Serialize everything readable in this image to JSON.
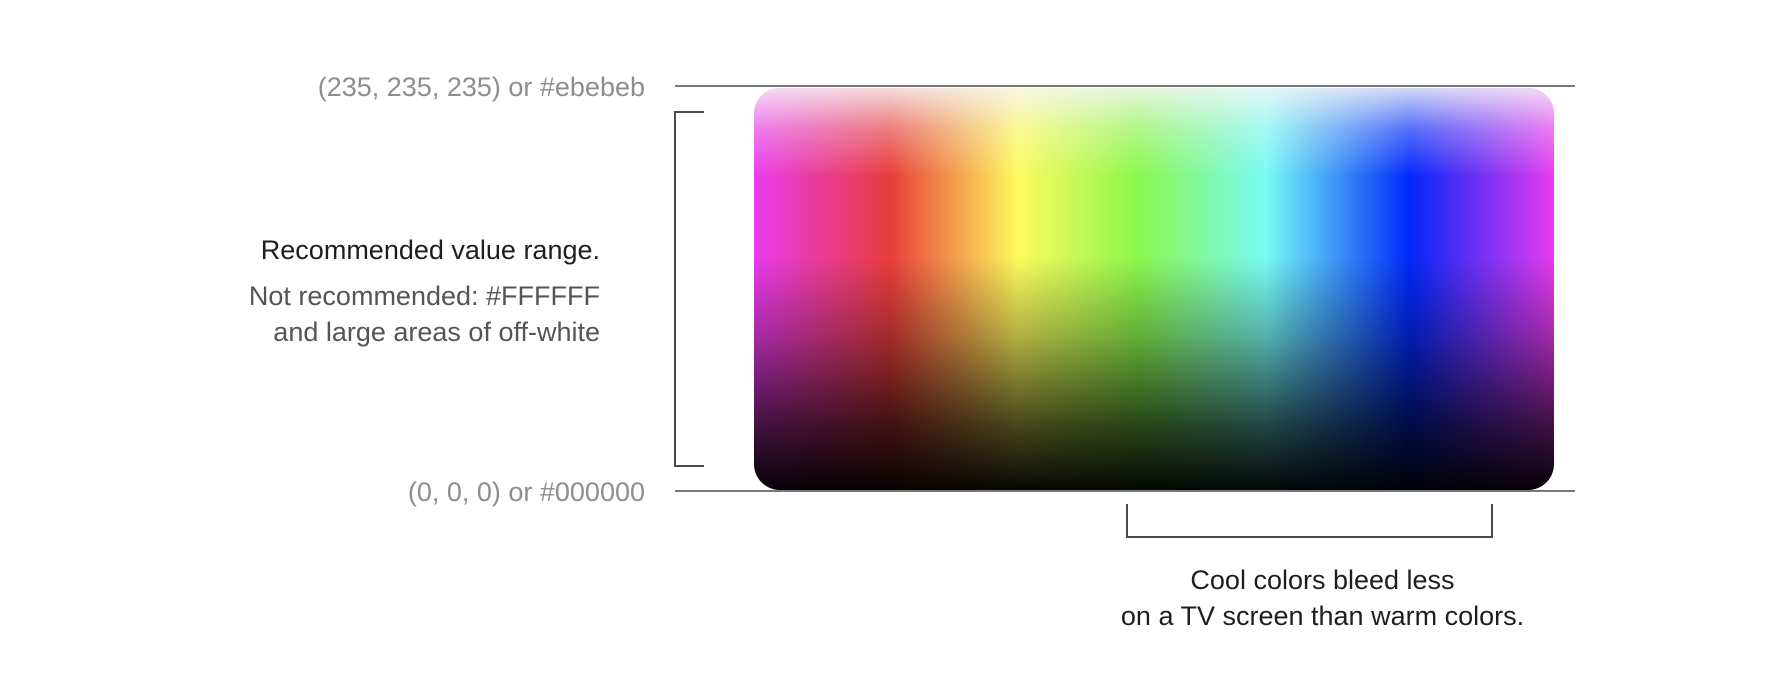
{
  "range": {
    "top_label": "(235, 235, 235) or #ebebeb",
    "bottom_label": "(0, 0, 0) or #000000"
  },
  "recommendation": {
    "title": "Recommended value range.",
    "line1": "Not recommended: #FFFFFF",
    "line2": "and large areas of off-white"
  },
  "note": {
    "line1": "Cool colors bleed less",
    "line2": "on a TV screen than warm colors."
  },
  "colors": {
    "top_value": "#ebebeb",
    "bottom_value": "#000000",
    "spectrum": [
      "#ea3bee",
      "#e83d3a",
      "#fdfb5e",
      "#8bf74d",
      "#77fbf5",
      "#0028fa",
      "#e83bee"
    ]
  }
}
